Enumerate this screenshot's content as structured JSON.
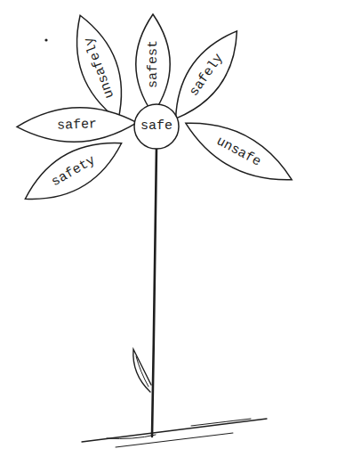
{
  "diagram": {
    "nodes": [
      {
        "text": [
          "safe"
        ]
      },
      {
        "text": [
          "unsafely"
        ]
      },
      {
        "text": [
          "safest"
        ]
      },
      {
        "text": [
          "safely"
        ]
      },
      {
        "text": [
          "unsafe"
        ]
      },
      {
        "text": [
          "safety"
        ]
      },
      {
        "text": [
          "safer"
        ]
      }
    ]
  }
}
